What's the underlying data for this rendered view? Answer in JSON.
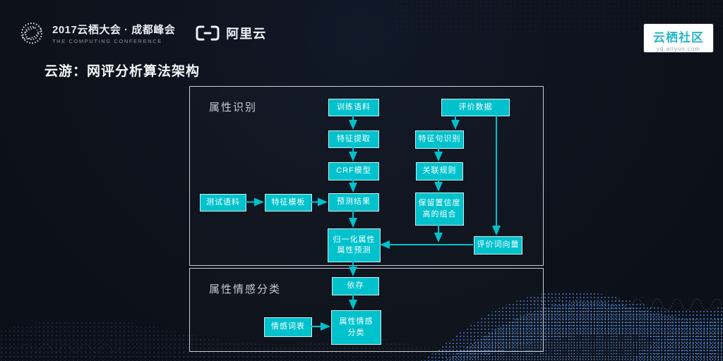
{
  "header": {
    "conference_logo": {
      "line1": "2017云栖大会 · 成都峰会",
      "line2": "THE COMPUTING CONFERENCE"
    },
    "alicloud_logo": "阿里云",
    "community_badge": {
      "name": "云栖社区",
      "url": "yq.aliyun.com"
    }
  },
  "title": "云游：网评分析算法架构",
  "colors": {
    "box_fill": "#00c2cd",
    "box_border": "#c9f2f4",
    "arrow": "#00c2cd",
    "badge_teal": "#2ab4c9",
    "wave_blue": "#4e8fdc",
    "background": "#0d121b"
  },
  "diagram": {
    "sections": [
      {
        "label": "属性识别"
      },
      {
        "label": "属性情感分类"
      }
    ],
    "nodes": {
      "train_corpus": "训练语料",
      "feature_extraction": "特征提取",
      "crf_model": "CRF模型",
      "prediction_result": "预测结果",
      "normalized_attr": "归一化属性\n属性预测",
      "test_corpus": "测试语料",
      "feature_template": "特征模板",
      "review_data": "评价数据",
      "feature_sentence": "特征句识别",
      "association_rule": "关联规则",
      "keep_confidence": "保留置信度\n高的组合",
      "eval_word_vector": "评价词向量",
      "dependency": "依存",
      "sentiment_lexicon": "情感词表",
      "attr_sentiment": "属性情感\n分类"
    }
  }
}
